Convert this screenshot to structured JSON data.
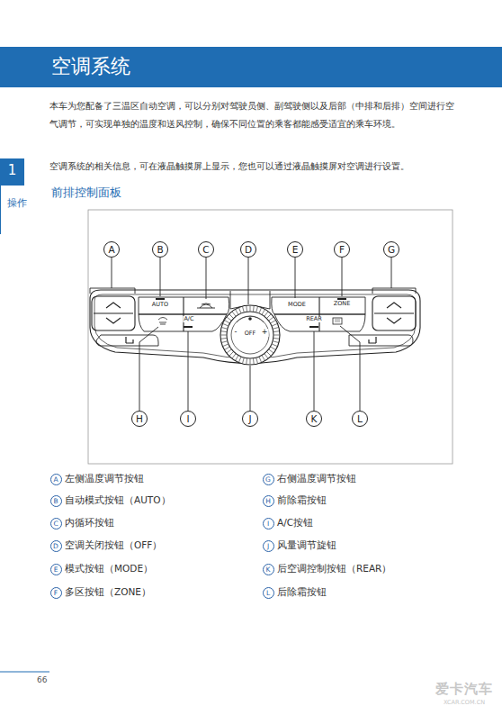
{
  "diagram": {
    "title": "空调系统",
    "nodes": [
      {
        "text": [
          "A"
        ]
      },
      {
        "text": [
          "B"
        ]
      },
      {
        "text": [
          "C"
        ]
      },
      {
        "text": [
          "D"
        ]
      },
      {
        "text": [
          "E"
        ]
      },
      {
        "text": [
          "F"
        ]
      },
      {
        "text": [
          "G"
        ]
      },
      {
        "text": [
          "H"
        ]
      },
      {
        "text": [
          "I"
        ]
      },
      {
        "text": [
          "J"
        ]
      },
      {
        "text": [
          "K"
        ]
      },
      {
        "text": [
          "L"
        ]
      },
      {
        "text": [
          "A"
        ]
      },
      {
        "text": [
          "B"
        ]
      },
      {
        "text": [
          "C"
        ]
      },
      {
        "text": [
          "D"
        ]
      },
      {
        "text": [
          "E"
        ]
      },
      {
        "text": [
          "F"
        ]
      },
      {
        "text": [
          "G"
        ]
      },
      {
        "text": [
          "H"
        ]
      },
      {
        "text": [
          "I"
        ]
      },
      {
        "text": [
          "J"
        ]
      },
      {
        "text": [
          "K"
        ]
      },
      {
        "text": [
          "L"
        ]
      }
    ],
    "labels": [
      "本车为您配备了三温区自动空调，可以分别对驾驶员侧、副驾驶侧以及后部（中排和后排）空间进行空气调节，可实现单独的温度和送风控制，确保不同位置的乘客都能感受适宜的乘车环境。",
      "空调系统的相关信息，可在液晶触摸屏上显示，您也可以通过液晶触摸屏对空调进行设置。",
      "1",
      "操作",
      "前排控制面板",
      "AUTO",
      "MODE",
      "ZONE",
      "A/C",
      "REAR",
      "-",
      "OFF",
      "+",
      "左侧温度调节按钮",
      "自动模式按钮（AUTO）",
      "内循环按钮",
      "空调关闭按钮（OFF）",
      "模式按钮（MODE）",
      "多区按钮（ZONE）",
      "右侧温度调节按钮",
      "前除霜按钮",
      "A/C按钮",
      "风量调节旋钮",
      "后空调控制按钮（REAR）",
      "后除霜按钮",
      "66",
      "爱卡汽车",
      "XCAR.COM.CN"
    ]
  }
}
